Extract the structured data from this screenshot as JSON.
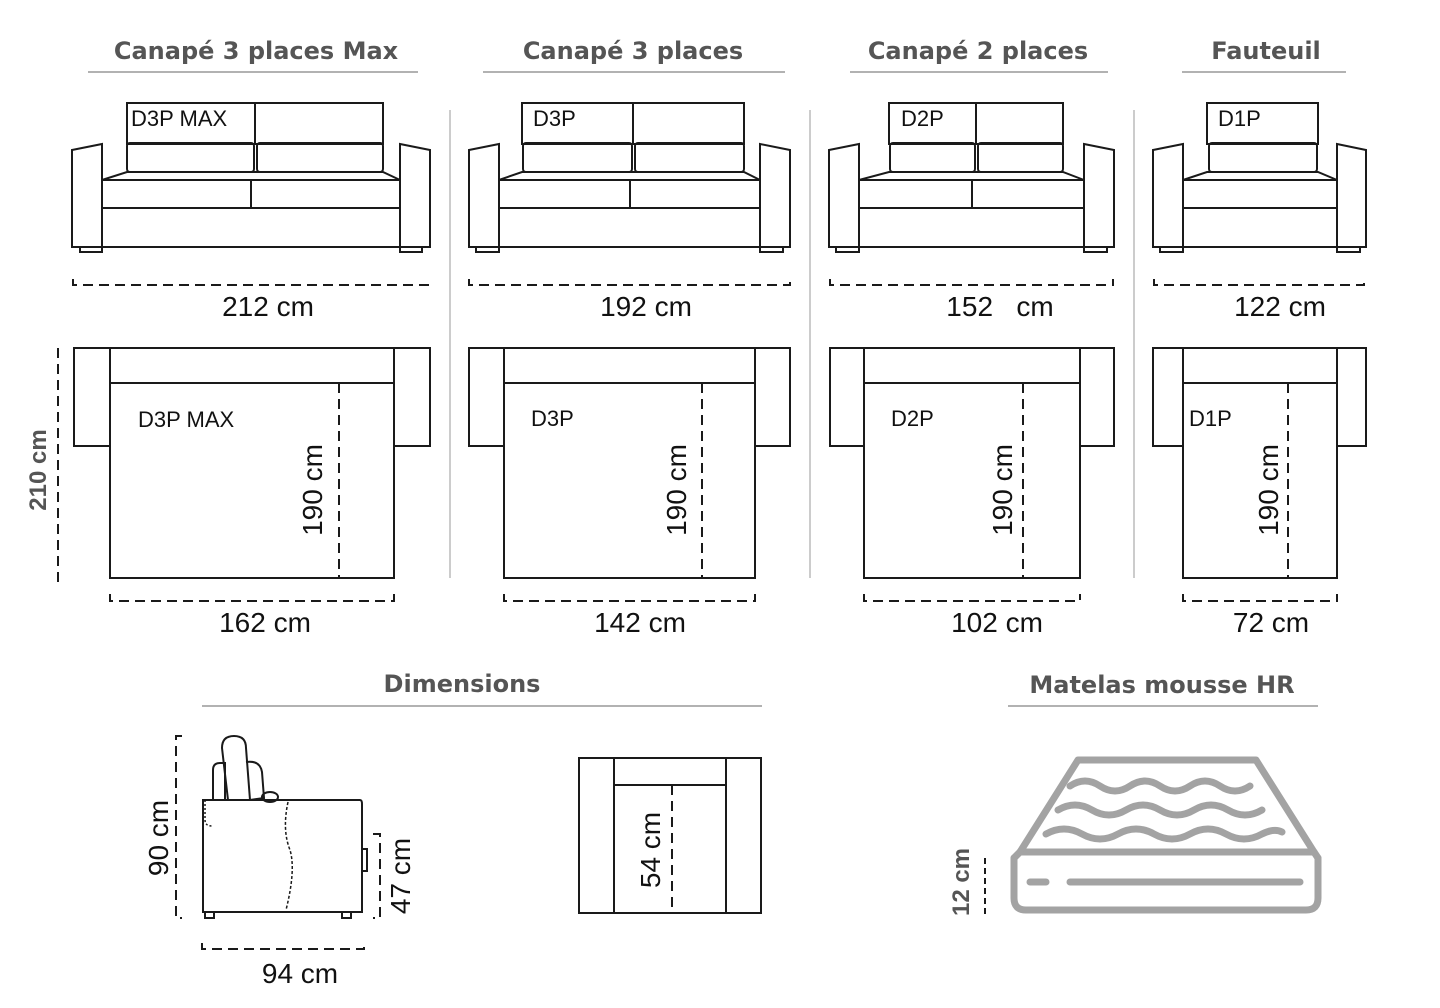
{
  "sections": {
    "max": {
      "title": "Canapé 3 places Max",
      "code": "D3P MAX",
      "width": "212 cm",
      "bed_width": "162 cm",
      "bed_length": "190 cm"
    },
    "three": {
      "title": "Canapé 3 places",
      "code": "D3P",
      "width": "192  cm",
      "bed_width": "142 cm",
      "bed_length": "190 cm"
    },
    "two": {
      "title": "Canapé 2 places",
      "code": "D2P",
      "width": "152   cm",
      "bed_width": "102 cm",
      "bed_length": "190 cm"
    },
    "one": {
      "title": "Fauteuil",
      "code": "D1P",
      "width": "122 cm",
      "bed_width": "72 cm",
      "bed_length": "190 cm"
    }
  },
  "open_depth": "210 cm",
  "dimensions": {
    "title": "Dimensions",
    "height": "90 cm",
    "seat_height": "47 cm",
    "depth": "94 cm",
    "seat_depth": "54 cm"
  },
  "mattress": {
    "title": "Matelas mousse HR",
    "thickness": "12 cm"
  },
  "colors": {
    "line": "#1a1a1a",
    "heading": "#555555",
    "mattress": "#a3a3a3"
  }
}
